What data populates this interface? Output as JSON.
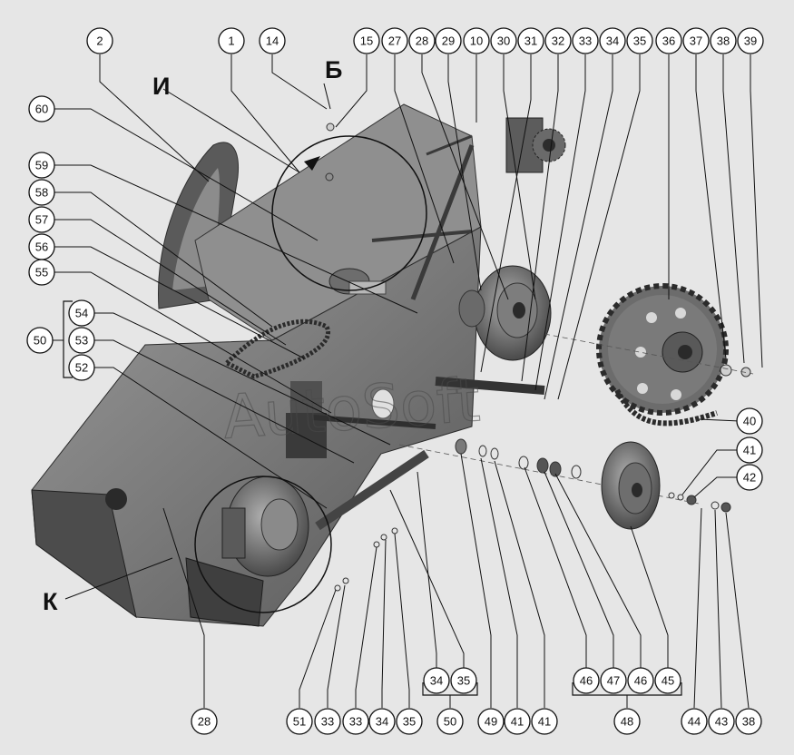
{
  "watermark": "AutoSoft",
  "view_letters": {
    "I": "И",
    "B": "Б",
    "K": "К"
  },
  "top_callouts": [
    "2",
    "1",
    "14",
    "15",
    "27",
    "28",
    "29",
    "10",
    "30",
    "31",
    "32",
    "33",
    "34",
    "35",
    "36",
    "37",
    "38",
    "39"
  ],
  "left_callouts": [
    "60",
    "59",
    "58",
    "57",
    "56",
    "55",
    "54",
    "53",
    "52",
    "50"
  ],
  "right_callouts": [
    "40",
    "41",
    "42"
  ],
  "bottom_callouts": [
    "28",
    "51",
    "33",
    "33",
    "34",
    "35",
    "49",
    "41",
    "41",
    "44",
    "43",
    "38"
  ],
  "bottom_groups": [
    {
      "items": [
        "34",
        "35"
      ],
      "label": "50"
    },
    {
      "items": [
        "46",
        "47",
        "46",
        "45"
      ],
      "label": "48"
    }
  ],
  "colors": {
    "housing": "#7d7d7d",
    "housing_dark": "#4f4f4f",
    "housing_light": "#a6a6a6",
    "background": "#e6e6e6",
    "callout_fill": "#ffffff",
    "line": "#111111"
  }
}
